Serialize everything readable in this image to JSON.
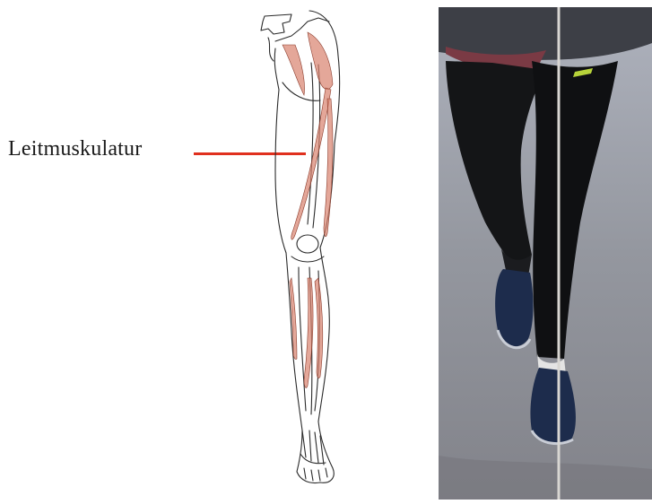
{
  "annotation": {
    "label": "Leitmuskulatur"
  },
  "colors": {
    "leader_line": "#e0301e",
    "muscle": "#d9826e",
    "bone_outline": "#2a2a2a",
    "vertical_reference_line": "#d8d6d2",
    "tights": "#141517",
    "shoe": "#1d2c4c",
    "road": "#8f9096"
  },
  "figures": {
    "left": "leg-anatomy-illustration",
    "right": "runner-legs-photo"
  }
}
